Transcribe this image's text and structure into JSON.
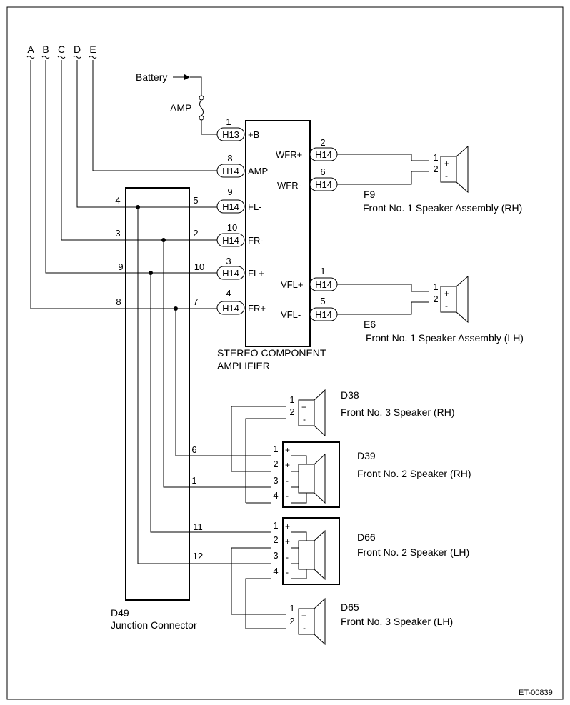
{
  "bus_letters": [
    "A",
    "B",
    "C",
    "D",
    "E"
  ],
  "battery": {
    "label": "Battery"
  },
  "fuse": {
    "label": "AMP"
  },
  "amplifier": {
    "name": "STEREO COMPONENT",
    "name2": "AMPLIFIER",
    "left_terminals": [
      {
        "pin": "1",
        "conn": "H13",
        "label": "+B"
      },
      {
        "pin": "8",
        "conn": "H14",
        "label": "AMP"
      },
      {
        "pin": "9",
        "conn": "H14",
        "label": "FL-"
      },
      {
        "pin": "10",
        "conn": "H14",
        "label": "FR-"
      },
      {
        "pin": "3",
        "conn": "H14",
        "label": "FL+"
      },
      {
        "pin": "4",
        "conn": "H14",
        "label": "FR+"
      }
    ],
    "right_terminals": [
      {
        "pin": "2",
        "conn": "H14",
        "label": "WFR+"
      },
      {
        "pin": "6",
        "conn": "H14",
        "label": "WFR-"
      },
      {
        "pin": "1",
        "conn": "H14",
        "label": "VFL+"
      },
      {
        "pin": "5",
        "conn": "H14",
        "label": "VFL-"
      }
    ]
  },
  "junction": {
    "code": "D49",
    "name": "Junction Connector",
    "left_pins": [
      "4",
      "3",
      "9",
      "8"
    ],
    "right_pins": [
      "5",
      "2",
      "10",
      "7"
    ],
    "lower_pins": [
      "6",
      "1",
      "11",
      "12"
    ]
  },
  "speakers": {
    "f9": {
      "code": "F9",
      "name": "Front No. 1 Speaker Assembly (RH)",
      "pins": [
        "1",
        "2"
      ],
      "signs": [
        "+",
        "-"
      ]
    },
    "e6": {
      "code": "E6",
      "name": "Front No. 1 Speaker Assembly (LH)",
      "pins": [
        "1",
        "2"
      ],
      "signs": [
        "+",
        "-"
      ]
    },
    "d38": {
      "code": "D38",
      "name": "Front No. 3 Speaker (RH)",
      "pins": [
        "1",
        "2"
      ],
      "signs": [
        "+",
        "-"
      ]
    },
    "d39": {
      "code": "D39",
      "name": "Front No. 2 Speaker (RH)",
      "pins": [
        "1",
        "2",
        "3",
        "4"
      ],
      "signs": [
        "+",
        "+",
        "-",
        "-"
      ]
    },
    "d66": {
      "code": "D66",
      "name": "Front No. 2 Speaker (LH)",
      "pins": [
        "1",
        "2",
        "3",
        "4"
      ],
      "signs": [
        "+",
        "+",
        "-",
        "-"
      ]
    },
    "d65": {
      "code": "D65",
      "name": "Front No. 3 Speaker (LH)",
      "pins": [
        "1",
        "2"
      ],
      "signs": [
        "+",
        "-"
      ]
    }
  },
  "figure_code": "ET-00839"
}
